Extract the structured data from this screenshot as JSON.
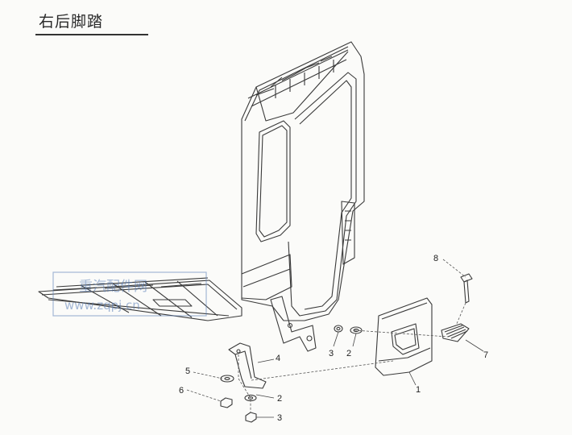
{
  "header": {
    "title": "右后脚踏"
  },
  "watermark": {
    "line1": "重汽配件网",
    "line2": "www.zqpj.cn"
  },
  "callouts": [
    {
      "id": "1",
      "label": "1"
    },
    {
      "id": "2a",
      "label": "2"
    },
    {
      "id": "2b",
      "label": "2"
    },
    {
      "id": "3a",
      "label": "3"
    },
    {
      "id": "3b",
      "label": "3"
    },
    {
      "id": "4",
      "label": "4"
    },
    {
      "id": "5",
      "label": "5"
    },
    {
      "id": "6",
      "label": "6"
    },
    {
      "id": "7",
      "label": "7"
    },
    {
      "id": "8",
      "label": "8"
    }
  ],
  "colors": {
    "line": "#3a3a3a",
    "paper": "#fbfbf9",
    "watermark": "#5b7fb8"
  }
}
